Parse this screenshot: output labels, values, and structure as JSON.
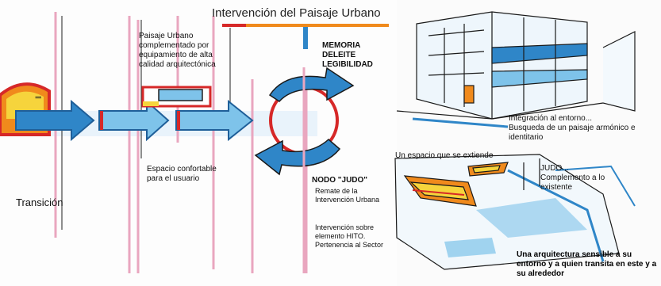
{
  "title": "Intervención del Paisaje Urbano",
  "labels": {
    "paisaje_urbano": "Paisaje Urbano complementado por equipamiento de alta calidad arquitectónica",
    "memoria": "MEMORIA\nDELEITE\nLEGIBILIDAD",
    "espacio": "Espacio confortable para el usuario",
    "transicion": "Transición",
    "nodo_heading": "NODO \"JUDO\"",
    "nodo_body": "Remate de la Intervención Urbana",
    "intervencion": "Intervención sobre elemento HITO. Pertenencia al Sector",
    "integracion": "Integración al entorno...\nBusqueda de un paisaje armónico e identitario",
    "espacio_extiende": "Un espacio que se extiende",
    "judo_heading": "JUDO...",
    "judo_body": "Complemento a lo existente",
    "arquitectura": "Una arquitectura sensible a su entorno y a quien transita en este y a su alrededor"
  },
  "colors": {
    "blue": "#2f86c8",
    "light_blue": "#7ec3ea",
    "red": "#d62828",
    "orange": "#f08a1c",
    "yellow": "#f6d43c",
    "ink": "#1a1a1a"
  },
  "icons": [
    "flow-arrow",
    "circular-arrow-icon",
    "building-sketch",
    "plaza-sketch"
  ]
}
